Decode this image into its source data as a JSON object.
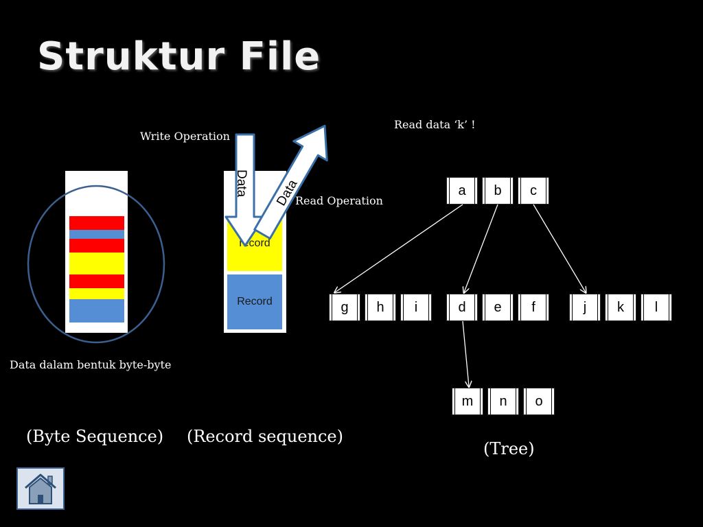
{
  "title": "Struktur File",
  "byte_seq": {
    "caption": "Data dalam bentuk byte-byte",
    "label": "(Byte Sequence)",
    "colors": {
      "red": "#ff0000",
      "yellow": "#ffff00",
      "blue": "#558ed5",
      "ellipse": "#3b5f8e"
    }
  },
  "record_seq": {
    "records": [
      "record",
      "Record"
    ],
    "write_label": "Write Operation",
    "read_label": "Read Operation",
    "arrow_text_down": "Data",
    "arrow_text_up": "Data",
    "label": "(Record sequence)"
  },
  "tree": {
    "note": "Read data ‘k’ !",
    "root": [
      "a",
      "b",
      "c"
    ],
    "level1": [
      [
        "g",
        "h",
        "i"
      ],
      [
        "d",
        "e",
        "f"
      ],
      [
        "j",
        "k",
        "l"
      ]
    ],
    "level2": [
      "m",
      "n",
      "o"
    ],
    "label": "(Tree)"
  },
  "home_button": {
    "icon": "home-icon"
  }
}
